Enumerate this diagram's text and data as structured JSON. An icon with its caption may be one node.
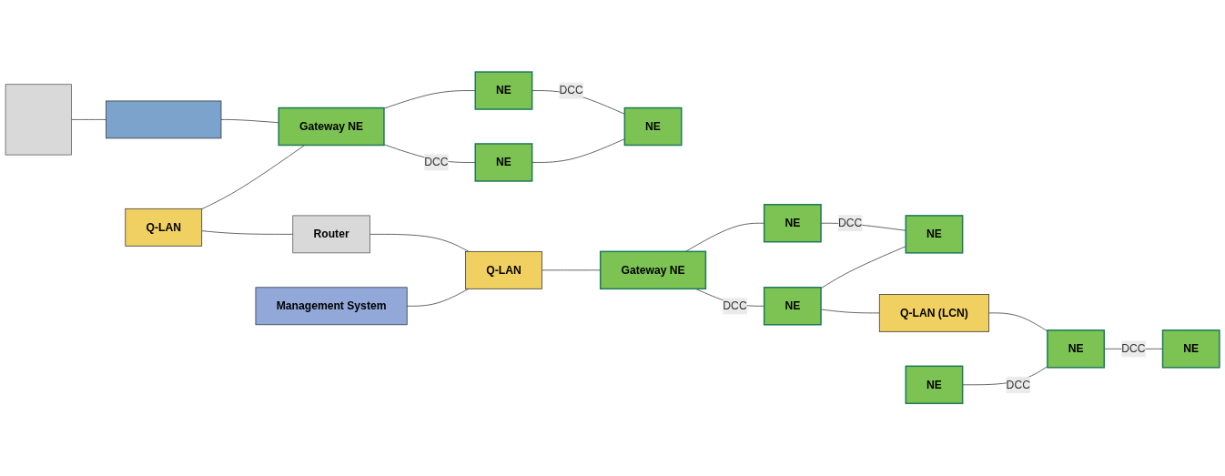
{
  "diagram": {
    "nodes": [
      {
        "text": [],
        "shape": "box"
      },
      {
        "text": [],
        "shape": "bar"
      },
      {
        "text": [
          "Q-LAN"
        ]
      },
      {
        "text": [
          "Router"
        ]
      },
      {
        "text": [
          "Management System"
        ]
      },
      {
        "text": [
          "Q-LAN"
        ]
      },
      {
        "text": [
          "Gateway NE"
        ]
      },
      {
        "text": [
          "NE"
        ]
      },
      {
        "text": [
          "NE"
        ]
      },
      {
        "text": [
          "NE"
        ]
      },
      {
        "text": [
          "Gateway NE"
        ]
      },
      {
        "text": [
          "NE"
        ]
      },
      {
        "text": [
          "NE"
        ]
      },
      {
        "text": [
          "NE"
        ]
      },
      {
        "text": [
          "Q-LAN (LCN)"
        ]
      },
      {
        "text": [
          "NE"
        ]
      },
      {
        "text": [
          "NE"
        ]
      },
      {
        "text": [
          "NE"
        ]
      }
    ],
    "edges": [
      {
        "from": 0,
        "to": 1,
        "arrow": "none"
      },
      {
        "from": 1,
        "to": 6,
        "arrow": "none"
      },
      {
        "from": 2,
        "to": 6,
        "arrow": "none"
      },
      {
        "from": 2,
        "to": 3,
        "arrow": "none"
      },
      {
        "from": 3,
        "to": 5,
        "arrow": "none"
      },
      {
        "from": 4,
        "to": 5,
        "arrow": "none"
      },
      {
        "from": 5,
        "to": 10,
        "arrow": "none"
      },
      {
        "from": 6,
        "to": 7,
        "arrow": "none"
      },
      {
        "from": 6,
        "to": 8,
        "arrow": "none",
        "label": "DCC"
      },
      {
        "from": 7,
        "to": 9,
        "arrow": "none",
        "label": "DCC"
      },
      {
        "from": 8,
        "to": 9,
        "arrow": "none"
      },
      {
        "from": 10,
        "to": 11,
        "arrow": "none"
      },
      {
        "from": 10,
        "to": 12,
        "arrow": "none",
        "label": "DCC"
      },
      {
        "from": 11,
        "to": 13,
        "arrow": "none",
        "label": "DCC"
      },
      {
        "from": 12,
        "to": 13,
        "arrow": "none"
      },
      {
        "from": 12,
        "to": 14,
        "arrow": "none"
      },
      {
        "from": 14,
        "to": 16,
        "arrow": "none"
      },
      {
        "from": 15,
        "to": 16,
        "arrow": "none",
        "label": "DCC"
      },
      {
        "from": 16,
        "to": 17,
        "arrow": "none",
        "label": "DCC"
      }
    ]
  }
}
